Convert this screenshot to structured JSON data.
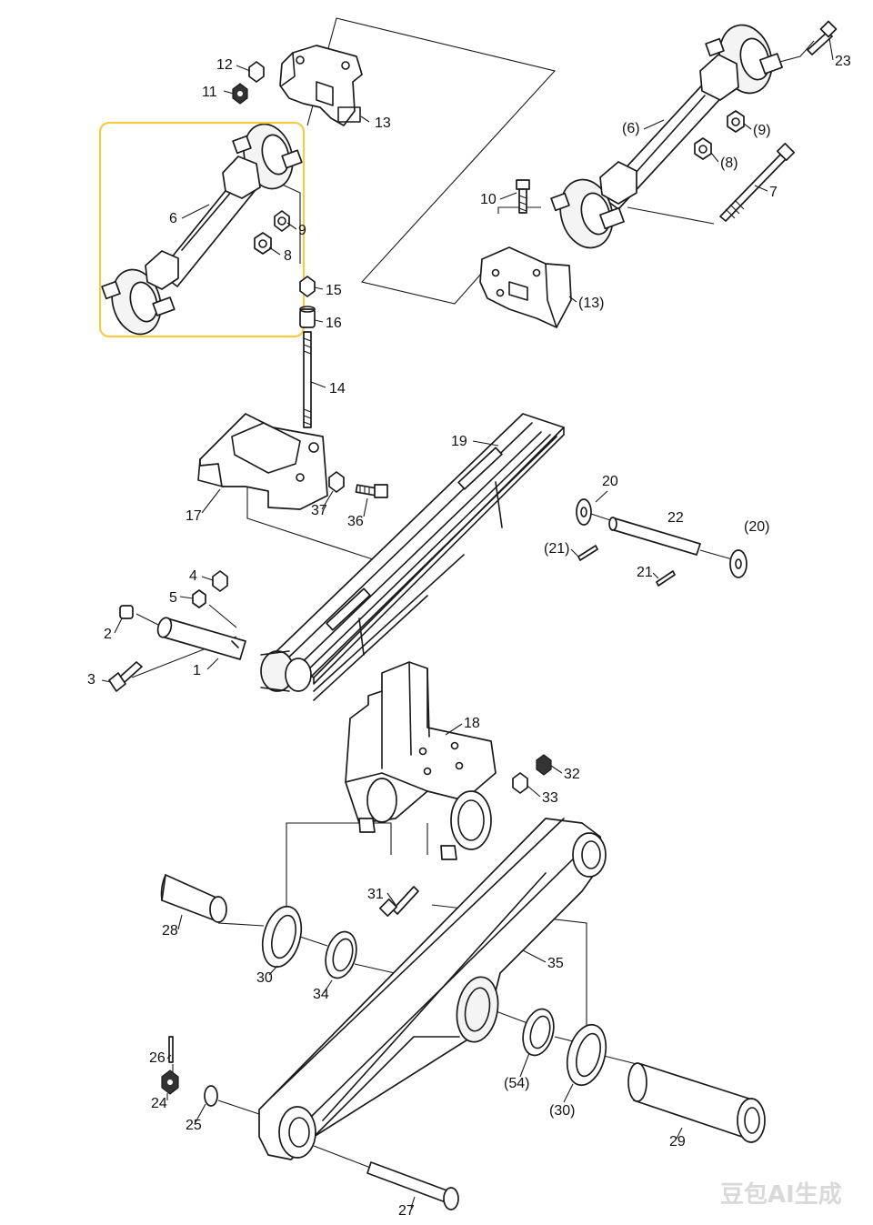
{
  "highlight_color": "#f5cb4a",
  "labels": {
    "l1": "1",
    "l2": "2",
    "l3": "3",
    "l4": "4",
    "l5": "5",
    "l6": "6",
    "l6b": "(6)",
    "l7": "7",
    "l8": "8",
    "l8b": "(8)",
    "l9": "9",
    "l9b": "(9)",
    "l10": "10",
    "l11": "11",
    "l12": "12",
    "l13": "13",
    "l13b": "(13)",
    "l14": "14",
    "l15": "15",
    "l16": "16",
    "l17": "17",
    "l18": "18",
    "l19": "19",
    "l20": "20",
    "l20b": "(20)",
    "l21": "21",
    "l21b": "(21)",
    "l22": "22",
    "l23": "23",
    "l24": "24",
    "l25": "25",
    "l26": "26",
    "l27": "27",
    "l28": "28",
    "l29": "29",
    "l30": "30",
    "l30b": "(30)",
    "l31": "31",
    "l32": "32",
    "l33": "33",
    "l34": "34",
    "l34b": "(54)",
    "l35": "35",
    "l36": "36",
    "l37": "37"
  },
  "watermark": "豆包AI生成"
}
